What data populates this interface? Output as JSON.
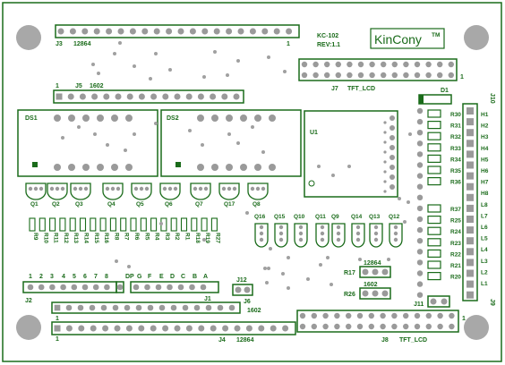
{
  "board": {
    "model": "KC-102",
    "revision": "REV:1.1",
    "logo": "KinCony",
    "logo_mark": "TM"
  },
  "connectors": {
    "j3": {
      "ref": "J3",
      "name": "12864",
      "pin1": "1"
    },
    "j5": {
      "ref": "J5",
      "name": "1602",
      "pin1": "1"
    },
    "j7": {
      "ref": "J7",
      "name": "TFT_LCD",
      "pin1": "1"
    },
    "j10": {
      "ref": "J10"
    },
    "j2": {
      "ref": "J2"
    },
    "j1": {
      "ref": "J1"
    },
    "j12": {
      "ref": "J12"
    },
    "j6": {
      "ref": "J6",
      "name": "1602",
      "pin1": "1"
    },
    "j4": {
      "ref": "J4",
      "name": "12864",
      "pin1": "1"
    },
    "j8": {
      "ref": "J8",
      "name": "TFT_LCD",
      "pin1": "1"
    },
    "j11": {
      "ref": "J11"
    },
    "j9": {
      "ref": "J9"
    }
  },
  "displays": {
    "ds1": "DS1",
    "ds2": "DS2",
    "u1": "U1"
  },
  "d1": "D1",
  "top_transistors": [
    "Q1",
    "Q2",
    "Q3",
    "Q4",
    "Q5",
    "Q6",
    "Q7",
    "Q17",
    "Q8"
  ],
  "mid_transistors": [
    "Q16",
    "Q15",
    "Q10",
    "Q11",
    "Q9",
    "Q14",
    "Q13",
    "Q12"
  ],
  "bottom_resistors": [
    "R9",
    "R10",
    "R11",
    "R12",
    "R13",
    "R14",
    "R15",
    "R16",
    "R8",
    "R7",
    "R6",
    "R5",
    "R4",
    "R3",
    "R2",
    "R1",
    "R18",
    "R19",
    "R27"
  ],
  "header_pins": [
    "1",
    "2",
    "3",
    "4",
    "5",
    "6",
    "7",
    "8",
    "DP",
    "G",
    "F",
    "E",
    "D",
    "C",
    "B",
    "A"
  ],
  "right_resistors": [
    "R30",
    "R31",
    "R32",
    "R33",
    "R34",
    "R35",
    "R36",
    "R37",
    "R25",
    "R24",
    "R23",
    "R22",
    "R21",
    "R20"
  ],
  "right_labels": [
    "H1",
    "H2",
    "H3",
    "H4",
    "H5",
    "H6",
    "H7",
    "H8",
    "L8",
    "L7",
    "L6",
    "L5",
    "L4",
    "L3",
    "L2",
    "L1"
  ],
  "misc": {
    "r17": "R17",
    "r17_note": "12864",
    "r26": "R26",
    "r26_note": "1602"
  }
}
